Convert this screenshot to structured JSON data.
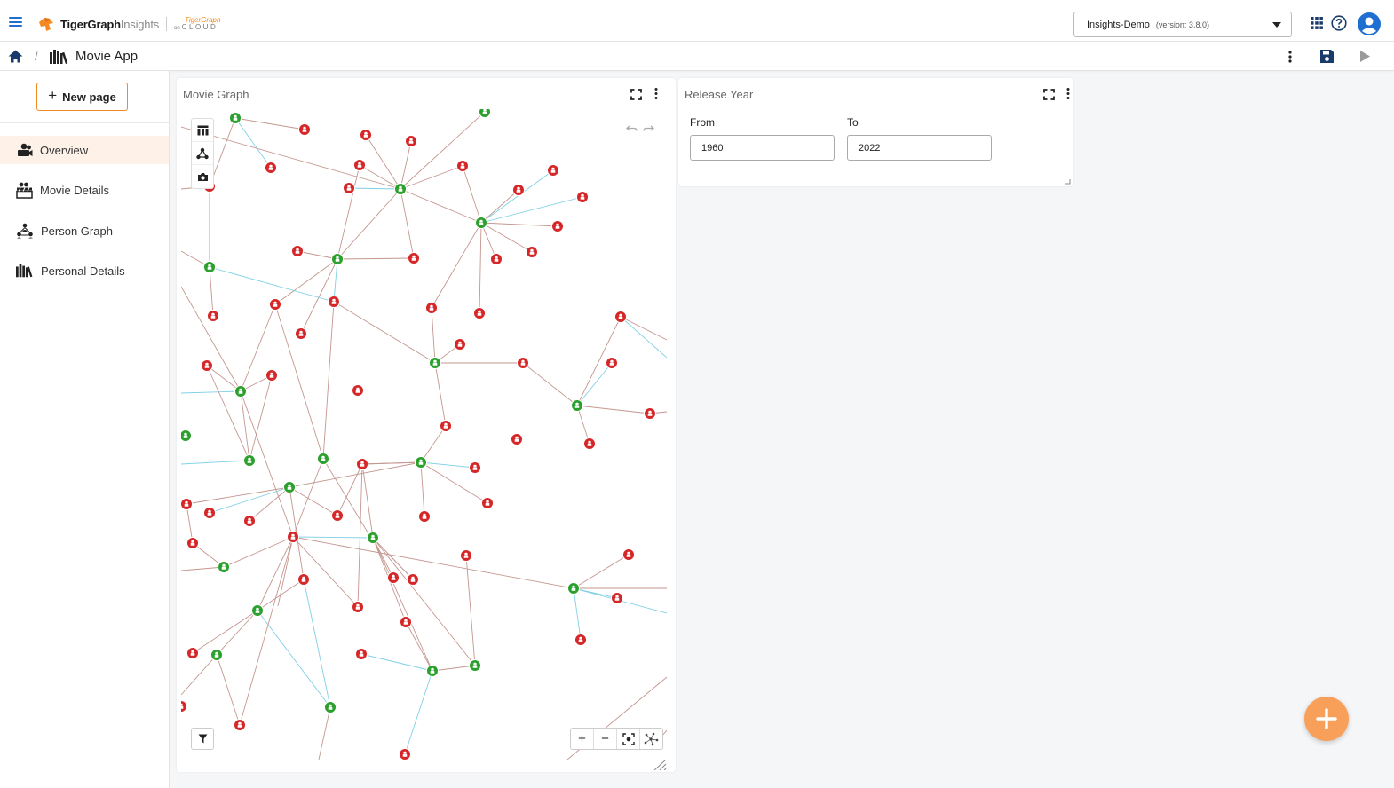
{
  "brand": {
    "name_bold": "TigerGraph",
    "name_light": "Insights",
    "cloud_top": "TigerGraph",
    "cloud_small": "on",
    "cloud_word": "CLOUD"
  },
  "app_select": {
    "name": "Insights-Demo",
    "version": "(version: 3.8.0)"
  },
  "breadcrumb": {
    "separator": "/",
    "title": "Movie App"
  },
  "sidebar": {
    "new_page_label": "New page",
    "items": [
      {
        "label": "Overview",
        "icon": "movie-camera-icon",
        "active": true
      },
      {
        "label": "Movie Details",
        "icon": "clapperboard-icon",
        "active": false
      },
      {
        "label": "Person Graph",
        "icon": "people-network-icon",
        "active": false
      },
      {
        "label": "Personal Details",
        "icon": "bookshelf-icon",
        "active": false
      }
    ]
  },
  "graph_widget": {
    "title": "Movie Graph",
    "colors": {
      "person": "#d62728",
      "movie": "#2ca02c",
      "edge_person": "#c4968f",
      "edge_movie": "#7fd0e6"
    }
  },
  "release_year_widget": {
    "title": "Release Year",
    "from_label": "From",
    "from_value": "1960",
    "to_label": "To",
    "to_value": "2022"
  },
  "colors": {
    "accent": "#f08a24",
    "brand_blue": "#1f6fd1",
    "fab": "#f8a05a"
  }
}
